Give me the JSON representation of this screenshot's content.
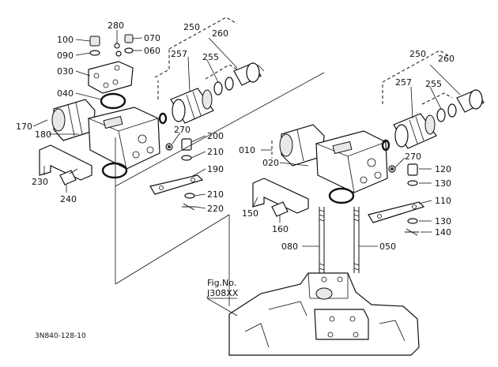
{
  "callouts": [
    {
      "id": "100",
      "text": "100"
    },
    {
      "id": "090",
      "text": "090"
    },
    {
      "id": "030",
      "text": "030"
    },
    {
      "id": "280",
      "text": "280"
    },
    {
      "id": "070",
      "text": "070"
    },
    {
      "id": "060",
      "text": "060"
    },
    {
      "id": "040",
      "text": "040"
    },
    {
      "id": "250a",
      "text": "250"
    },
    {
      "id": "260a",
      "text": "260"
    },
    {
      "id": "257a",
      "text": "257"
    },
    {
      "id": "255a",
      "text": "255"
    },
    {
      "id": "170",
      "text": "170"
    },
    {
      "id": "180",
      "text": "180"
    },
    {
      "id": "270a",
      "text": "270"
    },
    {
      "id": "200",
      "text": "200"
    },
    {
      "id": "210a",
      "text": "210"
    },
    {
      "id": "190",
      "text": "190"
    },
    {
      "id": "210b",
      "text": "210"
    },
    {
      "id": "220",
      "text": "220"
    },
    {
      "id": "230",
      "text": "230"
    },
    {
      "id": "240",
      "text": "240"
    },
    {
      "id": "250b",
      "text": "250"
    },
    {
      "id": "260b",
      "text": "260"
    },
    {
      "id": "257b",
      "text": "257"
    },
    {
      "id": "255b",
      "text": "255"
    },
    {
      "id": "010",
      "text": "010"
    },
    {
      "id": "020",
      "text": "020"
    },
    {
      "id": "270b",
      "text": "270"
    },
    {
      "id": "120",
      "text": "120"
    },
    {
      "id": "130a",
      "text": "130"
    },
    {
      "id": "110",
      "text": "110"
    },
    {
      "id": "150",
      "text": "150"
    },
    {
      "id": "160",
      "text": "160"
    },
    {
      "id": "130b",
      "text": "130"
    },
    {
      "id": "140",
      "text": "140"
    },
    {
      "id": "080",
      "text": "080"
    },
    {
      "id": "050",
      "text": "050"
    }
  ],
  "fig_label": {
    "line1": "Fig.No.",
    "line2": "J308XX"
  },
  "drawing_number": "3N840-128-10"
}
